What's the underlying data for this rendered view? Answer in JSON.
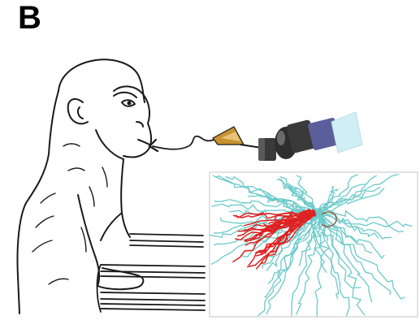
{
  "panel": {
    "label": "B"
  },
  "colors": {
    "line": "#1a1a1a",
    "red_trajectories": "#e02020",
    "cyan_trajectories": "#6cc9c9",
    "tube_tip": "#c8922e",
    "robot_dark": "#3a3a3a",
    "robot_blue": "#5a5f9c",
    "robot_glass": "#cfeff5",
    "inset_border": "#cfcfcf"
  },
  "icons": {
    "monkey": "monkey-drawing",
    "books": "book-stack",
    "robot": "robotic-arm",
    "spout": "juice-spout",
    "trajectories": "trajectory-plot"
  }
}
